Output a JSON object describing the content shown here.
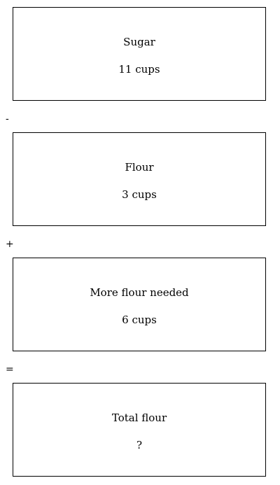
{
  "cards": [
    {
      "label": "Sugar",
      "value": "11 cups"
    },
    {
      "label": "Flour",
      "value": "3 cups"
    },
    {
      "label": "More flour needed",
      "value": "6 cups"
    },
    {
      "label": "Total flour",
      "value": "?"
    }
  ],
  "operators": [
    "-",
    "+",
    "="
  ]
}
